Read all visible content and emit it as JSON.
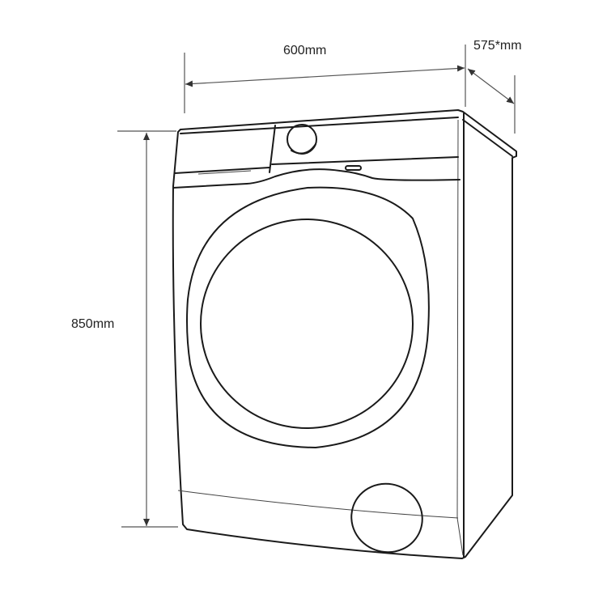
{
  "dimensions": {
    "width_label": "600mm",
    "depth_label": "575*mm",
    "height_label": "850mm"
  },
  "colors": {
    "line": "#1a1a1a",
    "dimension": "#555555",
    "background": "#ffffff"
  }
}
